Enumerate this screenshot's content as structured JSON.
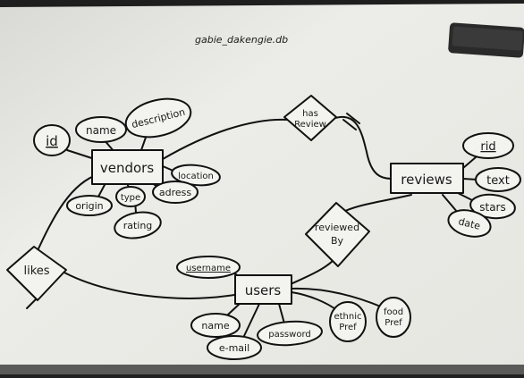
{
  "diagram": {
    "title": "gabie_dakengie.db",
    "entities": {
      "vendors": "vendors",
      "reviews": "reviews",
      "users": "users"
    },
    "relationships": {
      "has_review": [
        "has",
        "Review"
      ],
      "reviewed_by": [
        "reviewed",
        "By"
      ],
      "likes": "likes"
    },
    "vendor_attributes": {
      "id": "id",
      "name": "name",
      "description": "description",
      "location": "location",
      "adress": "adress",
      "type": "type",
      "origin": "origin",
      "rating": "rating"
    },
    "review_attributes": {
      "rid": "rid",
      "text": "text",
      "stars": "stars",
      "date": "date"
    },
    "user_attributes": {
      "username": "username",
      "name": "name",
      "email": "e-mail",
      "password": "password",
      "ethnic_pref": [
        "ethnic",
        "Pref"
      ],
      "food_pref": [
        "food",
        "Pref"
      ]
    }
  }
}
